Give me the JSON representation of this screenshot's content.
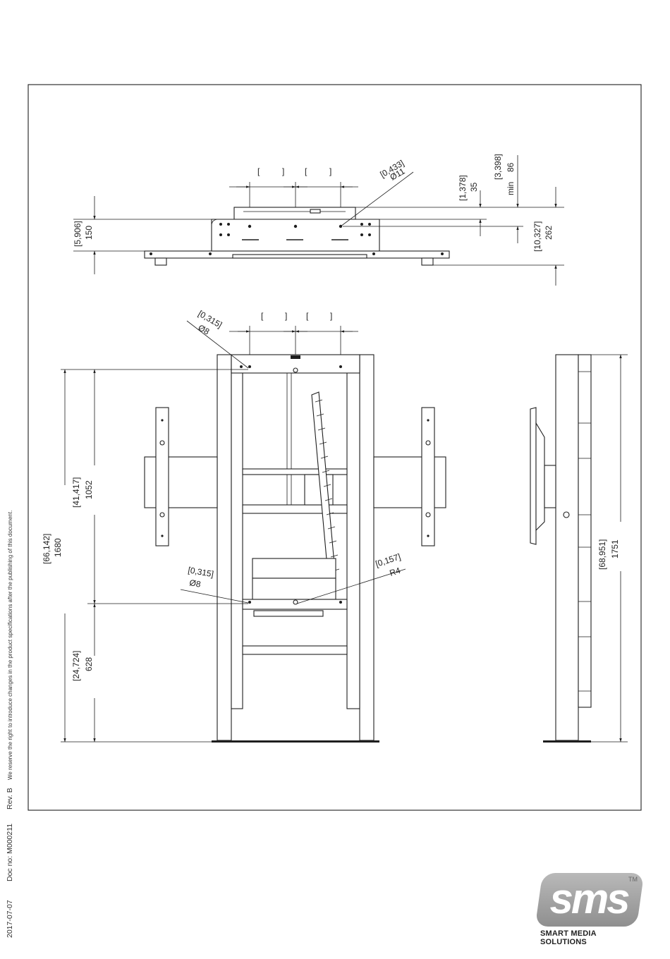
{
  "footer": {
    "date": "2017-07-07",
    "doc_no": "Doc no: M000211",
    "revision": "Rev. B",
    "disclaimer": "We reserve the right to introduce changes in the product specifications after the publishing of this document."
  },
  "logo": {
    "wordmark": "sms",
    "trademark": "TM",
    "tagline": "SMART MEDIA SOLUTIONS"
  },
  "top_view": {
    "hole_note_inch": "[0,433]",
    "hole_note_mm": "Ø11",
    "height_150_inch": "[5,906]",
    "height_150_mm": "150",
    "offset_35_inch": "[1,378]",
    "offset_35_mm": "35",
    "min_86_inch": "[3,398]",
    "min_86_prefix": "min",
    "min_86_mm": "86",
    "depth_262_inch": "[10,327]",
    "depth_262_mm": "262",
    "bracket_a": "[",
    "bracket_b": "]"
  },
  "front_view": {
    "hole_top_inch": "[0,315]",
    "hole_top_mm": "Ø8",
    "hole_bottom_inch": "[0,315]",
    "hole_bottom_mm": "Ø8",
    "radius_inch": "[0,157]",
    "radius_mm": "R4",
    "total_height_inch": "[66,142]",
    "total_height_mm": "1680",
    "upper_height_inch": "[41,417]",
    "upper_height_mm": "1052",
    "lower_height_inch": "[24,724]",
    "lower_height_mm": "628",
    "bracket_a": "[",
    "bracket_b": "]"
  },
  "side_view": {
    "height_inch": "[68,951]",
    "height_mm": "1751"
  }
}
